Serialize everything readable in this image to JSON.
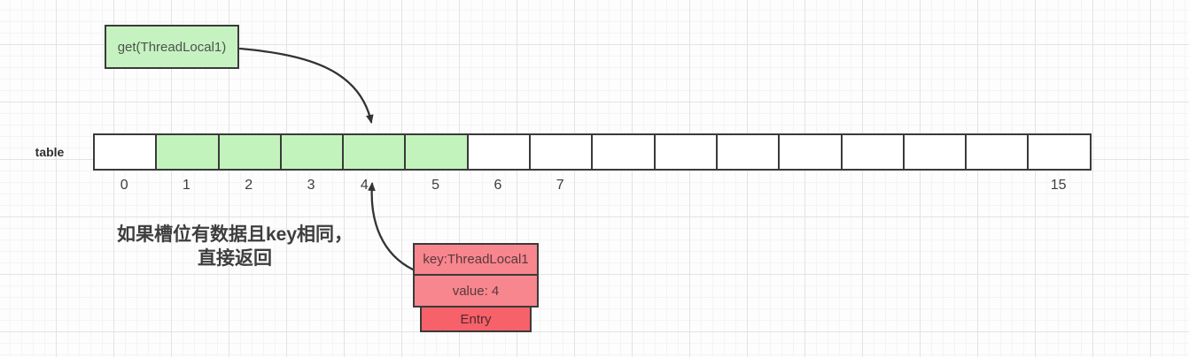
{
  "call_box": {
    "label": "get(ThreadLocal1)"
  },
  "table": {
    "label": "table",
    "cells": [
      {
        "index": 0,
        "highlighted": false
      },
      {
        "index": 1,
        "highlighted": true
      },
      {
        "index": 2,
        "highlighted": true
      },
      {
        "index": 3,
        "highlighted": true
      },
      {
        "index": 4,
        "highlighted": true
      },
      {
        "index": 5,
        "highlighted": true
      },
      {
        "index": 6,
        "highlighted": false
      },
      {
        "index": 7,
        "highlighted": false
      },
      {
        "index": 8,
        "highlighted": false
      },
      {
        "index": 9,
        "highlighted": false
      },
      {
        "index": 10,
        "highlighted": false
      },
      {
        "index": 11,
        "highlighted": false
      },
      {
        "index": 12,
        "highlighted": false
      },
      {
        "index": 13,
        "highlighted": false
      },
      {
        "index": 14,
        "highlighted": false
      },
      {
        "index": 15,
        "highlighted": false
      }
    ],
    "index_labels": [
      "0",
      "1",
      "2",
      "3",
      "4",
      "5",
      "6",
      "7",
      "",
      "",
      "",
      "",
      "",
      "",
      "",
      "15"
    ]
  },
  "caption": {
    "line1": "如果槽位有数据且key相同，",
    "line2": "直接返回"
  },
  "entry_stack": {
    "key_label": "key:ThreadLocal1",
    "value_label": "value: 4",
    "entry_label": "Entry"
  },
  "colors": {
    "highlight_green": "#c3f3bd",
    "call_box_green": "#c6f2c1",
    "entry_pink": "#f8868e",
    "entry_red": "#f6616a",
    "border": "#3a3a3a",
    "arrow": "#333333"
  }
}
